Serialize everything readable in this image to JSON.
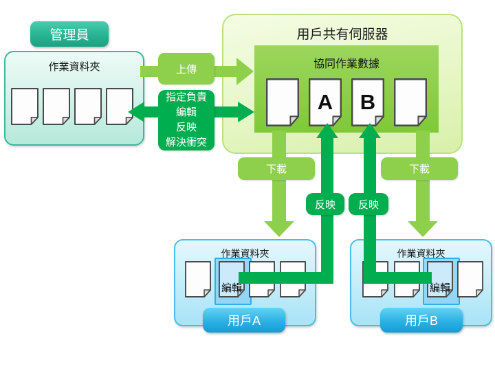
{
  "admin": {
    "badge_label": "管理員",
    "folder_title": "作業資料夾",
    "doc_count": 4
  },
  "server": {
    "title": "用戶共有伺服器",
    "inner_title": "協同作業數據",
    "docs": [
      "",
      "A",
      "B",
      ""
    ]
  },
  "flows": {
    "upload_label": "上傳",
    "assign_lines": [
      "指定負責",
      "編輯",
      "反映",
      "解決衝突"
    ],
    "download_left_label": "下載",
    "download_right_label": "下載",
    "reflect_a_label": "反映",
    "reflect_b_label": "反映"
  },
  "user_a": {
    "folder_title": "作業資料夾",
    "edit_label": "編輯",
    "badge_label": "用戶A"
  },
  "user_b": {
    "folder_title": "作業資料夾",
    "edit_label": "編輯",
    "badge_label": "用戶B"
  },
  "colors": {
    "teal_badge": "#2db897",
    "mint_folder": "#d5f3ea",
    "light_green": "#8ed04b",
    "dark_green": "#00ad4f",
    "server_bg": "#e9f8cd",
    "blue_folder": "#c9effa",
    "blue_badge": "#2cb1e4"
  }
}
